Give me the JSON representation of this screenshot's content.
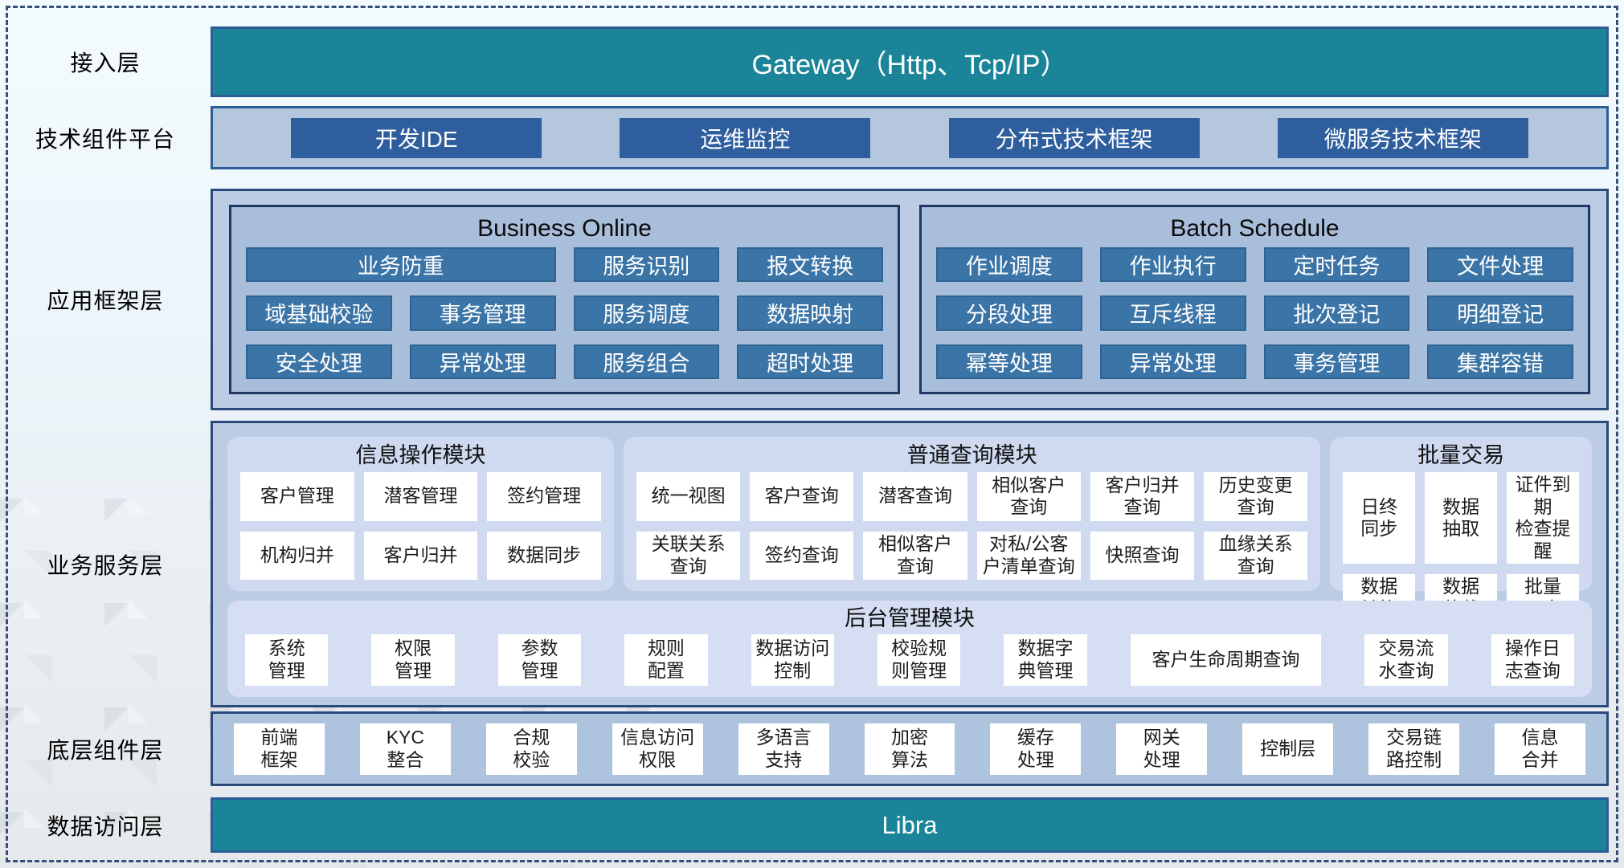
{
  "colors": {
    "teal_bar": "#1b8498",
    "dark_blue_button": "#2e5e9d",
    "steel_blue_button": "#3b74a6",
    "outer_panel": "#bccce4",
    "inner_panel": "#a9bedb",
    "module_panel": "#cfdaf1",
    "admin_panel": "#d5def2",
    "base_panel": "#aec3de",
    "navy_border": "#2a4a7c",
    "white_cell": "#ffffff"
  },
  "layers": {
    "access": {
      "label": "接入层",
      "bar": "Gateway（Http、Tcp/IP）"
    },
    "tech_platform": {
      "label": "技术组件平台",
      "buttons": [
        "开发IDE",
        "运维监控",
        "分布式技术框架",
        "微服务技术框架"
      ]
    },
    "app_framework": {
      "label": "应用框架层",
      "business_online": {
        "title": "Business Online",
        "buttons": [
          "业务防重",
          "服务识别",
          "报文转换",
          "域基础校验",
          "事务管理",
          "服务调度",
          "数据映射",
          "安全处理",
          "异常处理",
          "服务组合",
          "超时处理"
        ]
      },
      "batch_schedule": {
        "title": "Batch Schedule",
        "buttons": [
          "作业调度",
          "作业执行",
          "定时任务",
          "文件处理",
          "分段处理",
          "互斥线程",
          "批次登记",
          "明细登记",
          "幂等处理",
          "异常处理",
          "事务管理",
          "集群容错"
        ]
      }
    },
    "business_service": {
      "label": "业务服务层",
      "info_module": {
        "title": "信息操作模块",
        "cells": [
          "客户管理",
          "潜客管理",
          "签约管理",
          "机构归并",
          "客户归并",
          "数据同步"
        ]
      },
      "query_module": {
        "title": "普通查询模块",
        "cells": [
          "统一视图",
          "客户查询",
          "潜客查询",
          "相似客户\n查询",
          "客户归并\n查询",
          "历史变更\n查询",
          "关联关系\n查询",
          "签约查询",
          "相似客户\n查询",
          "对私/公客\n户清单查询",
          "快照查询",
          "血缘关系\n查询"
        ]
      },
      "batch_trade": {
        "title": "批量交易",
        "cells": [
          "日终\n同步",
          "数据\n抽取",
          "证件到期\n检查提醒",
          "数据\n转换",
          "数据\n装载",
          "批量\n开户"
        ]
      },
      "admin_module": {
        "title": "后台管理模块",
        "cells": [
          "系统\n管理",
          "权限\n管理",
          "参数\n管理",
          "规则\n配置",
          "数据访问\n控制",
          "校验规\n则管理",
          "数据字\n典管理",
          "客户生命周期查询",
          "交易流\n水查询",
          "操作日\n志查询"
        ]
      }
    },
    "base_components": {
      "label": "底层组件层",
      "cells": [
        "前端\n框架",
        "KYC\n整合",
        "合规\n校验",
        "信息访问\n权限",
        "多语言\n支持",
        "加密\n算法",
        "缓存\n处理",
        "网关\n处理",
        "控制层",
        "交易链\n路控制",
        "信息\n合并"
      ]
    },
    "data_access": {
      "label": "数据访问层",
      "bar": "Libra"
    }
  }
}
